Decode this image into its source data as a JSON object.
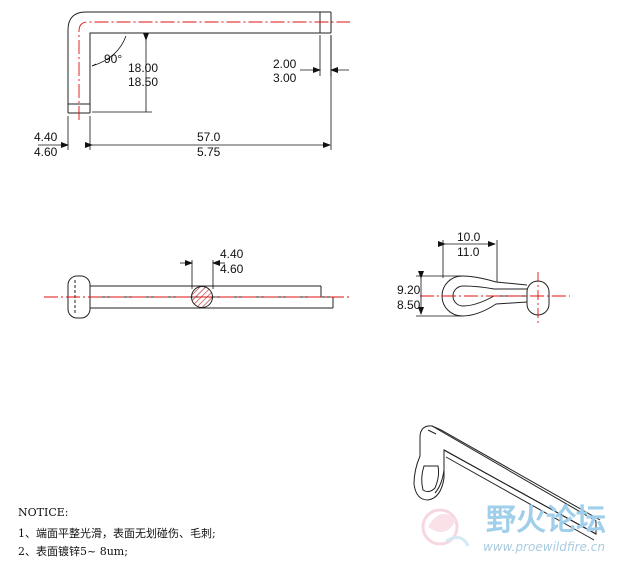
{
  "dimensions": {
    "angle": "90°",
    "leg_height_a": "18.00",
    "leg_height_b": "18.50",
    "end_dim_a": "2.00",
    "end_dim_b": "3.00",
    "dia_a": "4.40",
    "dia_b": "4.60",
    "length_a": "57.0",
    "length_b": "5.75",
    "section_dia_a": "4.40",
    "section_dia_b": "4.60",
    "loop_width_a": "10.0",
    "loop_width_b": "11.0",
    "loop_height_a": "9.20",
    "loop_height_b": "8.50"
  },
  "notice": {
    "title": "NOTICE:",
    "line1": "1、端面平整光滑，表面无划碰伤、毛刺;",
    "line2": "2、表面镀锌5~ 8um;"
  },
  "watermark": {
    "text": "野火论坛",
    "url": "www.proewildfire.cn"
  }
}
